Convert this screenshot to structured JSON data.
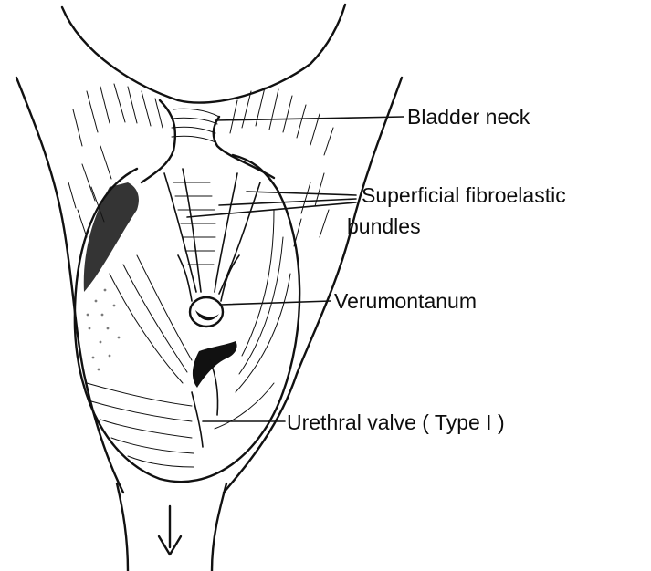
{
  "labels": {
    "bladder_neck": "Bladder neck",
    "superficial_line1": "Superficial fibroelastic",
    "superficial_line2": "bundles",
    "verumontanum": "Verumontanum",
    "urethral_valve": "Urethral valve ( Type I )"
  },
  "colors": {
    "ink": "#111111",
    "paper": "#ffffff"
  }
}
